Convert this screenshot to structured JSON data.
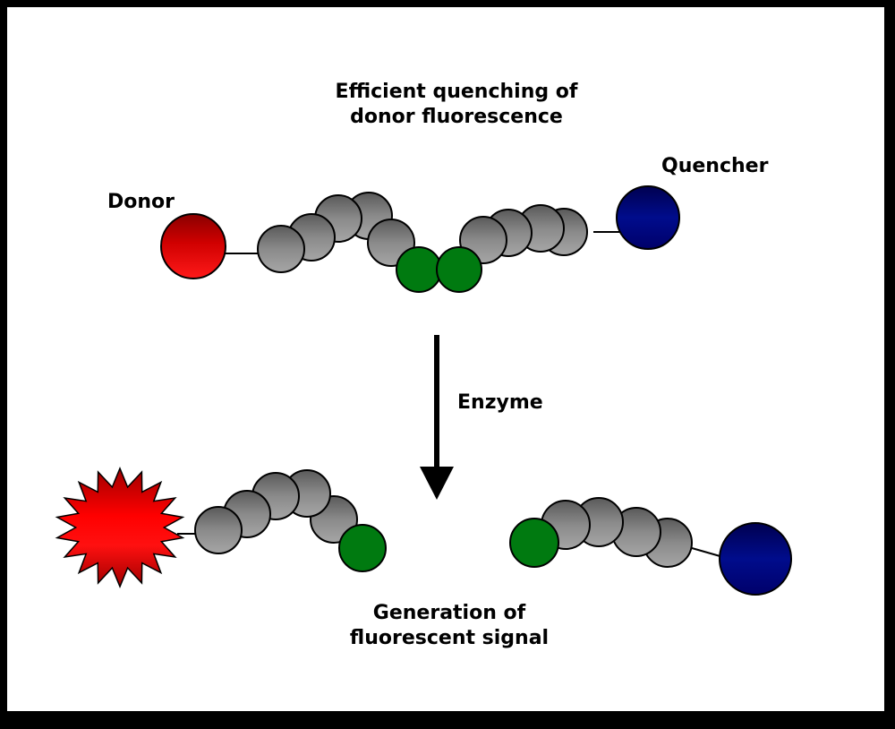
{
  "labels": {
    "top_caption_line1": "Efficient quenching of",
    "top_caption_line2": "donor fluorescence",
    "donor": "Donor",
    "quencher": "Quencher",
    "enzyme": "Enzyme",
    "bottom_caption_line1": "Generation of",
    "bottom_caption_line2": "fluorescent signal"
  },
  "colors": {
    "frame": "#000000",
    "background": "#ffffff",
    "donor": "#dd0000",
    "donor_dark": "#990000",
    "quencher": "#000080",
    "quencher_light": "#0a0aa0",
    "peptide_bead": "#808080",
    "cleavage_site": "#007a10"
  }
}
